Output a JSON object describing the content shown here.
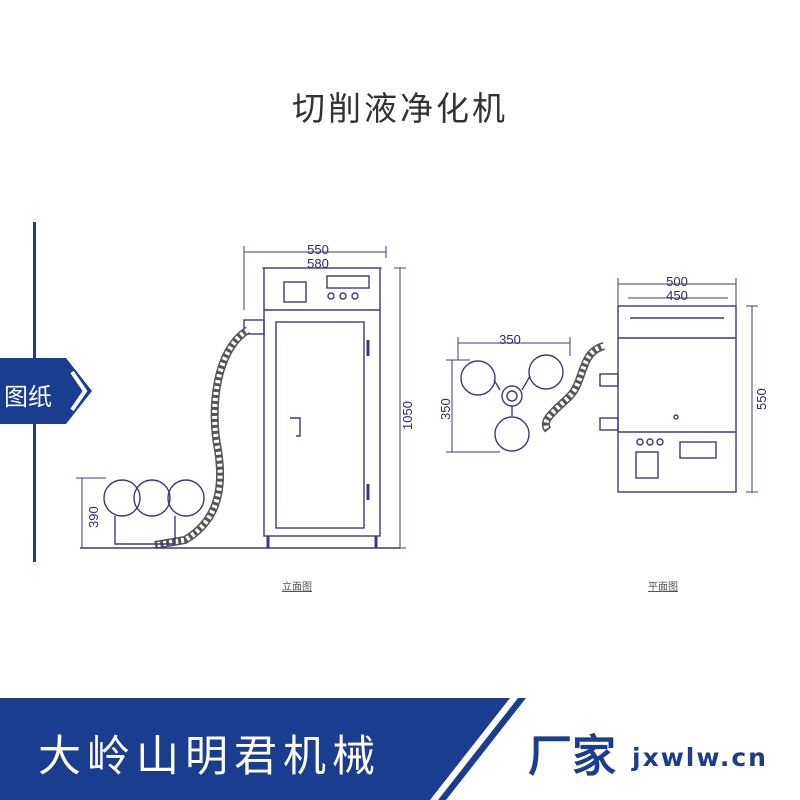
{
  "title": "切削液净化机",
  "side_tag": "图纸",
  "front_view": {
    "dim_top": "550",
    "dim_width": "580",
    "dim_height": "1050",
    "dim_low": "390",
    "caption": "立面图"
  },
  "top_view": {
    "dim_top": "500",
    "dim_width": "450",
    "dim_side": "550",
    "dim_filter_w": "350",
    "dim_filter_h": "350",
    "caption": "平面图"
  },
  "footer": {
    "company": "大岭山明君机械",
    "factory": "厂家",
    "site": "jxwlw.cn"
  },
  "colors": {
    "brand_blue": "#1a3d8f",
    "line": "#3b3b7a"
  }
}
